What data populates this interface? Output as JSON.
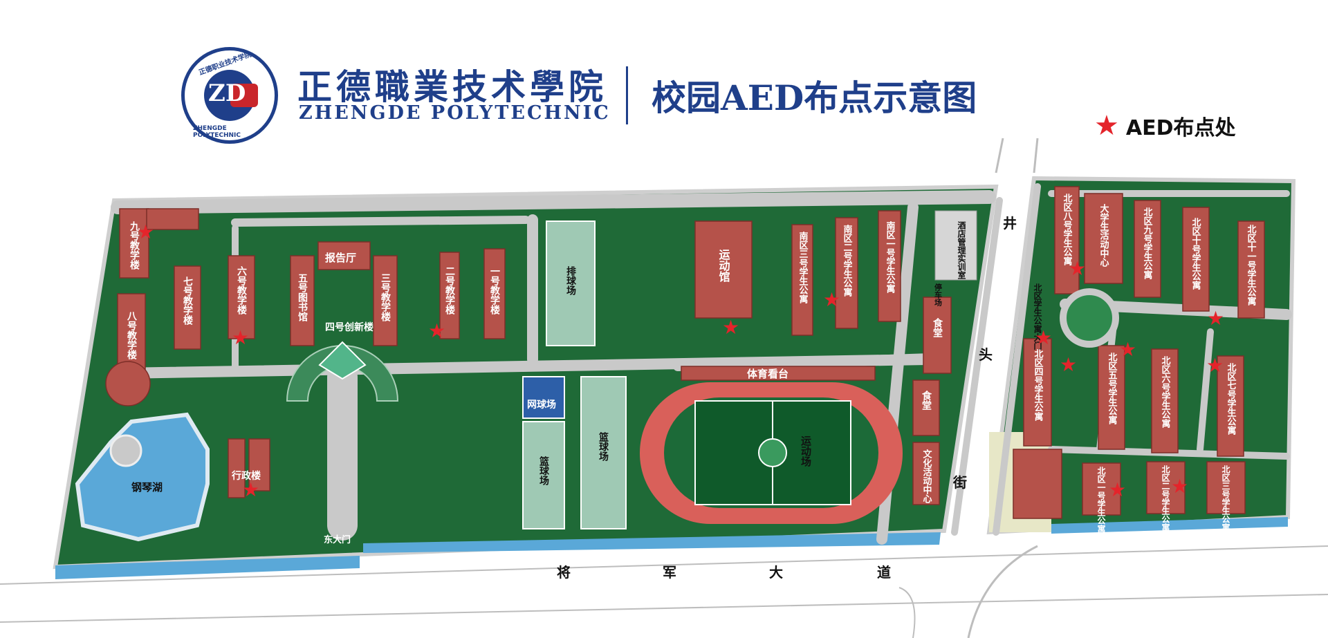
{
  "header": {
    "logo_arc_text": "正德职业技术学院",
    "logo_arc_en": "ZHENGDE POLYTECHNIC",
    "logo_mark": "ZD",
    "school_name_cn": "正德職業技术學院",
    "school_name_en": "ZHENGDE POLYTECHNIC",
    "map_title": "校园AED布点示意图"
  },
  "legend": {
    "star_label": "AED布点处",
    "star_color": "#e4242b"
  },
  "colors": {
    "grass": "#1f6a37",
    "road": "#c9c9c9",
    "building": "#b5524a",
    "roof": "#d98a80",
    "water": "#5aa8d8",
    "track": "#d9605a",
    "field": "#0f5a2a",
    "court": "#9fc9b4"
  },
  "buildings": {
    "b9": "九号教学楼",
    "b8": "八号教学楼",
    "b7": "七号教学楼",
    "b6": "六号教学楼",
    "b5": "五号图书馆",
    "hall": "报告厅",
    "b4": "四号创新楼",
    "b3": "三号教学楼",
    "b2": "二号教学楼",
    "b1": "一号教学楼",
    "volley": "排球场",
    "gym": "运动馆",
    "s3": "南区三号学生公寓",
    "s2": "南区二号学生公寓",
    "s1": "南区一号学生公寓",
    "hotel": "酒店管理实训室",
    "park": "停车场",
    "canteen1": "食堂",
    "canteen2": "食堂",
    "culture": "文化活动中心",
    "stands": "体育看台",
    "tennis": "网球场",
    "basket1": "篮球场",
    "basket2": "篮球场",
    "stadium": "运动场",
    "lake": "钢琴湖",
    "admin": "行政楼",
    "east_gate": "东大门",
    "n8": "北区八号学生公寓",
    "activity": "大学生活动中心",
    "n9": "北区九号学生公寓",
    "n10": "北区十号学生公寓",
    "n11": "北区十一号学生公寓",
    "north_gate": "北区学生公寓大门",
    "n4": "北区四号学生公寓",
    "n5": "北区五号学生公寓",
    "n6": "北区六号学生公寓",
    "n7": "北区七号学生公寓",
    "n1": "北区一号学生公寓",
    "n2": "北区二号学生公寓",
    "n3": "北区三号学生公寓"
  },
  "roads": {
    "south_road": [
      "将",
      "军",
      "大",
      "道"
    ],
    "east_road": [
      "井",
      "头",
      "街"
    ]
  }
}
